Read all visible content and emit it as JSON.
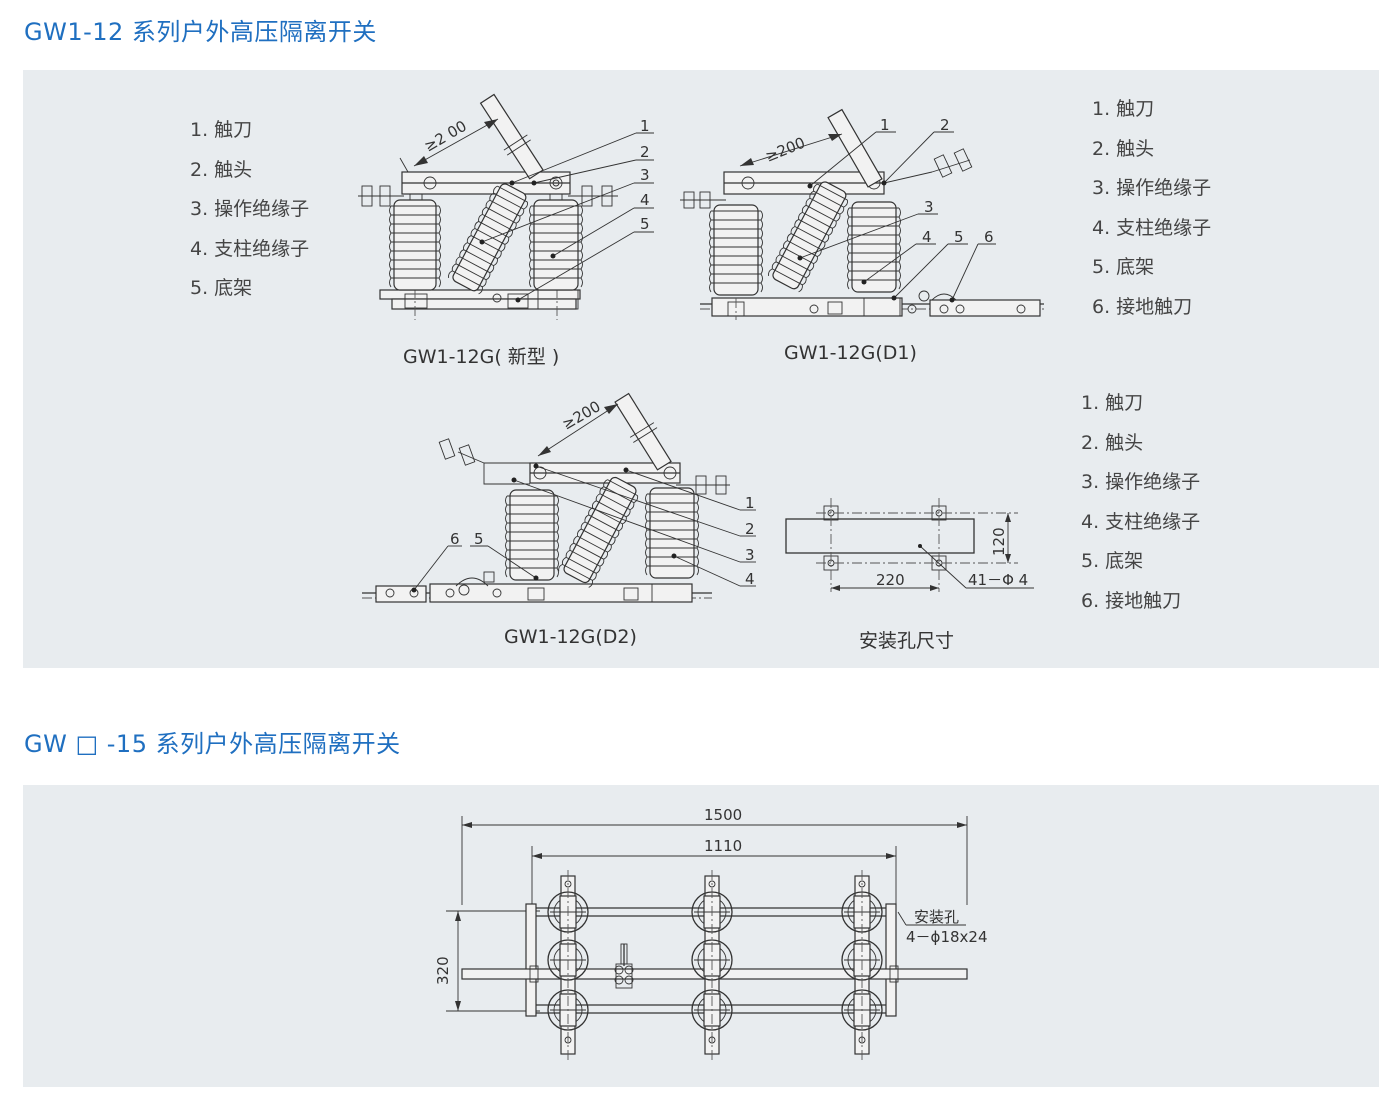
{
  "section1": {
    "title": "GW1-12 系列户外高压隔离开关",
    "legend_a": [
      "1. 触刀",
      "2. 触头",
      "3. 操作绝缘子",
      "4. 支柱绝缘子",
      "5. 底架"
    ],
    "legend_b": [
      "1. 触刀",
      "2. 触头",
      "3. 操作绝缘子",
      "4. 支柱绝缘子",
      "5. 底架",
      "6. 接地触刀"
    ],
    "legend_c": [
      "1. 触刀",
      "2. 触头",
      "3. 操作绝缘子",
      "4. 支柱绝缘子",
      "5. 底架",
      "6. 接地触刀"
    ],
    "caption_new": "GW1-12G( 新型 )",
    "caption_d1": "GW1-12G(D1)",
    "caption_d2": "GW1-12G(D2)",
    "caption_holes": "安装孔尺寸",
    "dim_200a": "≥2 00",
    "dim_200b": "≥200",
    "dim_200c": "≥200",
    "dim_120": "120",
    "dim_220": "220",
    "dim_holes": "41－Φ 4",
    "callouts": [
      "1",
      "2",
      "3",
      "4",
      "5",
      "6"
    ]
  },
  "section2": {
    "title": "GW □ -15 系列户外高压隔离开关",
    "dim_1500": "1500",
    "dim_1110": "1110",
    "dim_320": "320",
    "mount_label": "安装孔",
    "mount_spec": "4－ϕ18x24"
  }
}
